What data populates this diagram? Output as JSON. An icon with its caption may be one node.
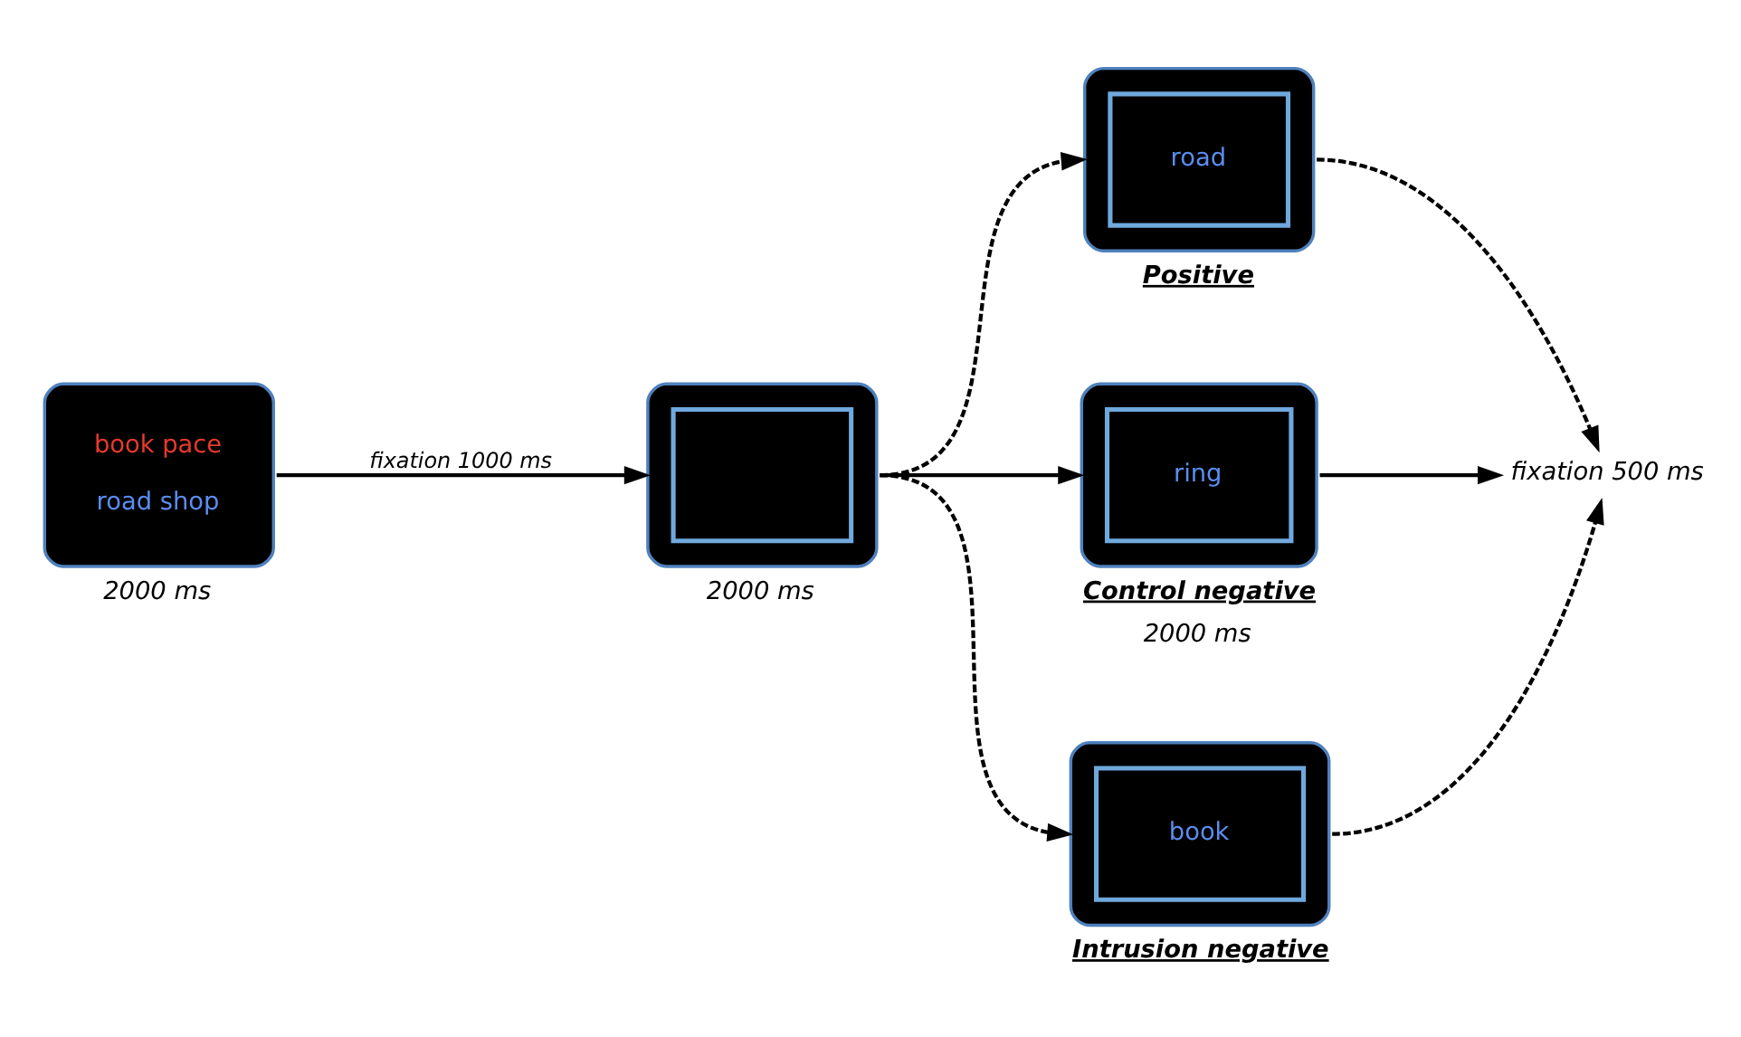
{
  "diagram": {
    "nodes": [
      {
        "text": [
          "book pace",
          "road shop"
        ],
        "beside": [
          "2000 ms"
        ]
      },
      {
        "text": [],
        "shape": "box",
        "beside": [
          "2000 ms"
        ]
      },
      {
        "text": [
          "road"
        ],
        "beside": [
          "Positive"
        ]
      },
      {
        "text": [
          "ring"
        ],
        "beside": [
          "Control negative",
          "2000 ms"
        ]
      },
      {
        "text": [
          "book"
        ],
        "beside": [
          "Intrusion negative"
        ]
      },
      {
        "text": [
          "fixation 500 ms"
        ]
      }
    ],
    "edges": [
      {
        "from": 0,
        "to": 1,
        "arrow": "to",
        "label": "fixation 1000 ms"
      },
      {
        "from": 1,
        "to": 2,
        "arrow": "to",
        "style": "dashed"
      },
      {
        "from": 1,
        "to": 3,
        "arrow": "to"
      },
      {
        "from": 1,
        "to": 4,
        "arrow": "to",
        "style": "dashed"
      },
      {
        "from": 2,
        "to": 5,
        "arrow": "to",
        "style": "dashed"
      },
      {
        "from": 3,
        "to": 5,
        "arrow": "to"
      },
      {
        "from": 4,
        "to": 5,
        "arrow": "to",
        "style": "dashed"
      }
    ]
  }
}
